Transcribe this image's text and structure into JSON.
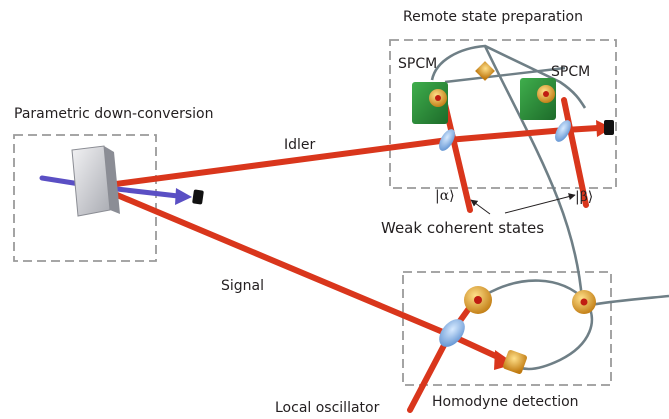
{
  "labels": {
    "remote_state_preparation": "Remote state preparation",
    "spcm_left": "SPCM",
    "spcm_right": "SPCM",
    "parametric_down_conversion": "Parametric down-conversion",
    "idler": "Idler",
    "ket_alpha": "|α⟩",
    "ket_beta": "|β⟩",
    "weak_coherent_states": "Weak coherent states",
    "signal": "Signal",
    "local_oscillator": "Local oscillator",
    "homodyne_detection": "Homodyne detection"
  },
  "colors": {
    "beam_red": "#d9361c",
    "pump_blue": "#5a4fc4",
    "fiber_grey": "#6f7f86",
    "detector_green": "#2e8b3a",
    "splitter_blue": "#8fb9e6",
    "dashed_box": "#9a9a9a",
    "detector_orange": "#e8a21c"
  }
}
